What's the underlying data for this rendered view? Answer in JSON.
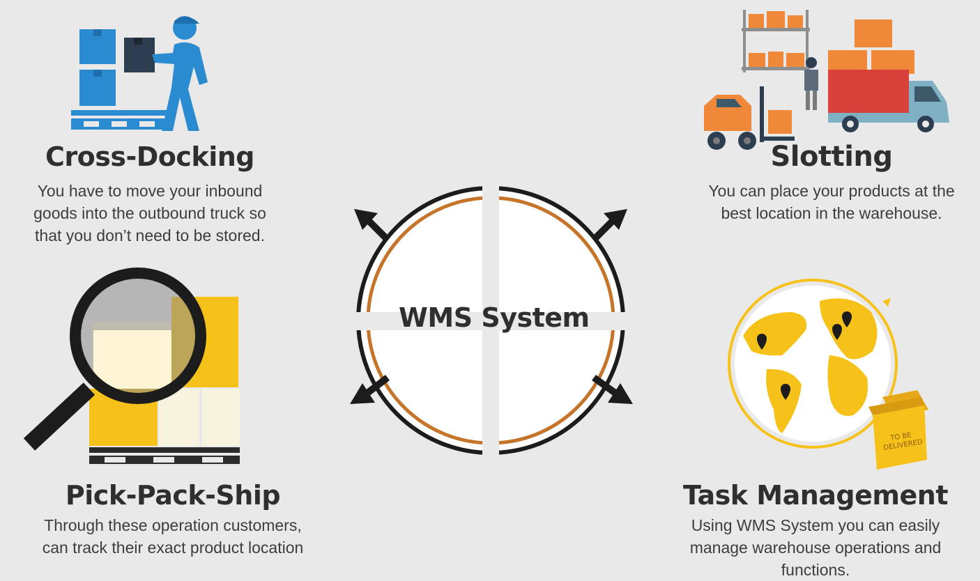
{
  "center": {
    "label": "WMS System"
  },
  "features": [
    {
      "title": "Cross-Docking",
      "lines": [
        "You have to move your inbound",
        "goods into the outbound truck so",
        "that you don’t need to be stored."
      ]
    },
    {
      "title": "Slotting",
      "lines": [
        "You can place your products at the",
        "best location in the warehouse."
      ]
    },
    {
      "title": "Pick-Pack-Ship",
      "lines": [
        "Through these operation customers,",
        "can track their exact product location"
      ]
    },
    {
      "title": "Task Management",
      "lines": [
        "Using WMS System you can easily",
        "manage warehouse operations and",
        "functions."
      ]
    }
  ],
  "box_label": {
    "line1": "TO BE",
    "line2": "DELIVERED"
  },
  "colors": {
    "background": "#e9e9e9",
    "blue": "#2a8bd1",
    "navy": "#2c3e50",
    "orange": "#f0883a",
    "red": "#d9423a",
    "yellow": "#f6c21a",
    "ring": "#c5742a",
    "text": "#2f2f2f"
  }
}
